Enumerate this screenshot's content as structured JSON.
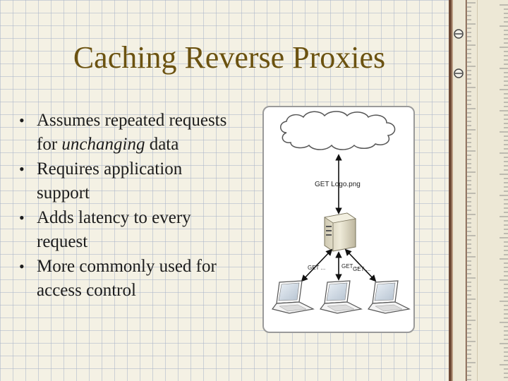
{
  "slide": {
    "title": "Caching Reverse Proxies",
    "bullets": [
      {
        "parts": [
          {
            "text": "Assumes repeated requests for "
          },
          {
            "text": "unchanging",
            "italic": true
          },
          {
            "text": " data"
          }
        ]
      },
      {
        "parts": [
          {
            "text": "Requires application support"
          }
        ]
      },
      {
        "parts": [
          {
            "text": "Adds latency to every request"
          }
        ]
      },
      {
        "parts": [
          {
            "text": "More commonly used for access control"
          }
        ]
      }
    ]
  },
  "diagram": {
    "nodes": {
      "cloud": "cloud-icon",
      "proxy": "server-icon",
      "clients": [
        "laptop-icon",
        "laptop-icon",
        "laptop-icon"
      ]
    },
    "labels": {
      "top_request": "GET Logo.png",
      "client_requests": [
        "GET ...",
        "GET ...",
        "GET ..."
      ]
    }
  },
  "colors": {
    "title": "#6b5210",
    "text": "#1c1c1c",
    "background": "#f4f1e4",
    "grid": "#aab4c8",
    "ruler": "#e9e4d2",
    "ruler_edge": "#6f4a36"
  }
}
